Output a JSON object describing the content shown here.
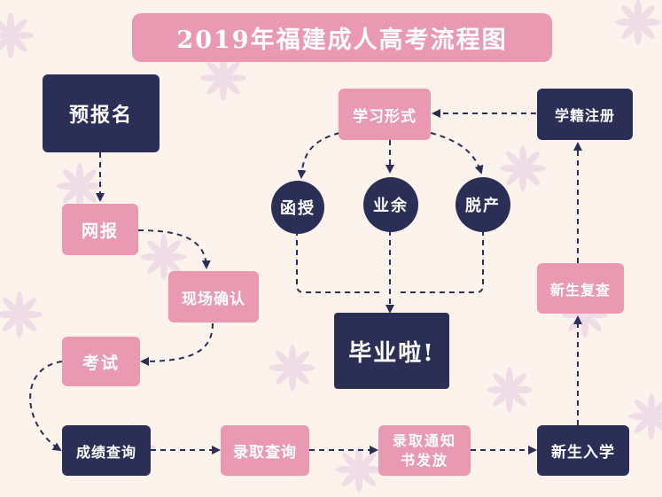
{
  "title": "2019年福建成人高考流程图",
  "nodes": {
    "register_name": "预报名",
    "online_register": "网报",
    "onsite_confirm": "现场确认",
    "exam": "考试",
    "score_query": "成绩查询",
    "admission_query": "录取查询",
    "admission_notice": "录取通知书发放",
    "new_student_enroll": "新生入学",
    "new_student_review": "新生复查",
    "student_registration": "学籍注册",
    "study_form": "学习形式",
    "correspondence": "函授",
    "part_time": "业余",
    "full_time": "脱产",
    "graduation": "毕业啦!"
  },
  "colors": {
    "background": "#fcf3ec",
    "pink": "#e99ab2",
    "navy": "#2b2e55",
    "flower": "#e9d6e4"
  }
}
